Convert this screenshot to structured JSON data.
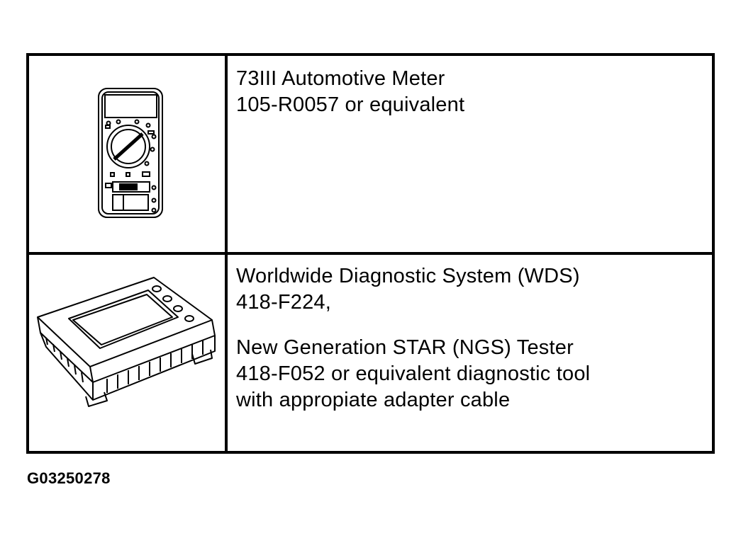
{
  "tools": [
    {
      "icon": "multimeter-icon",
      "lines": [
        "73III Automotive Meter",
        "105-R0057 or equivalent"
      ]
    },
    {
      "icon": "diagnostic-tester-icon",
      "lines": [
        "Worldwide Diagnostic System (WDS)",
        "418-F224,",
        "New Generation STAR (NGS) Tester",
        "418-F052 or equivalent diagnostic tool",
        "with appropiate adapter cable"
      ]
    }
  ],
  "figure_id": "G03250278"
}
